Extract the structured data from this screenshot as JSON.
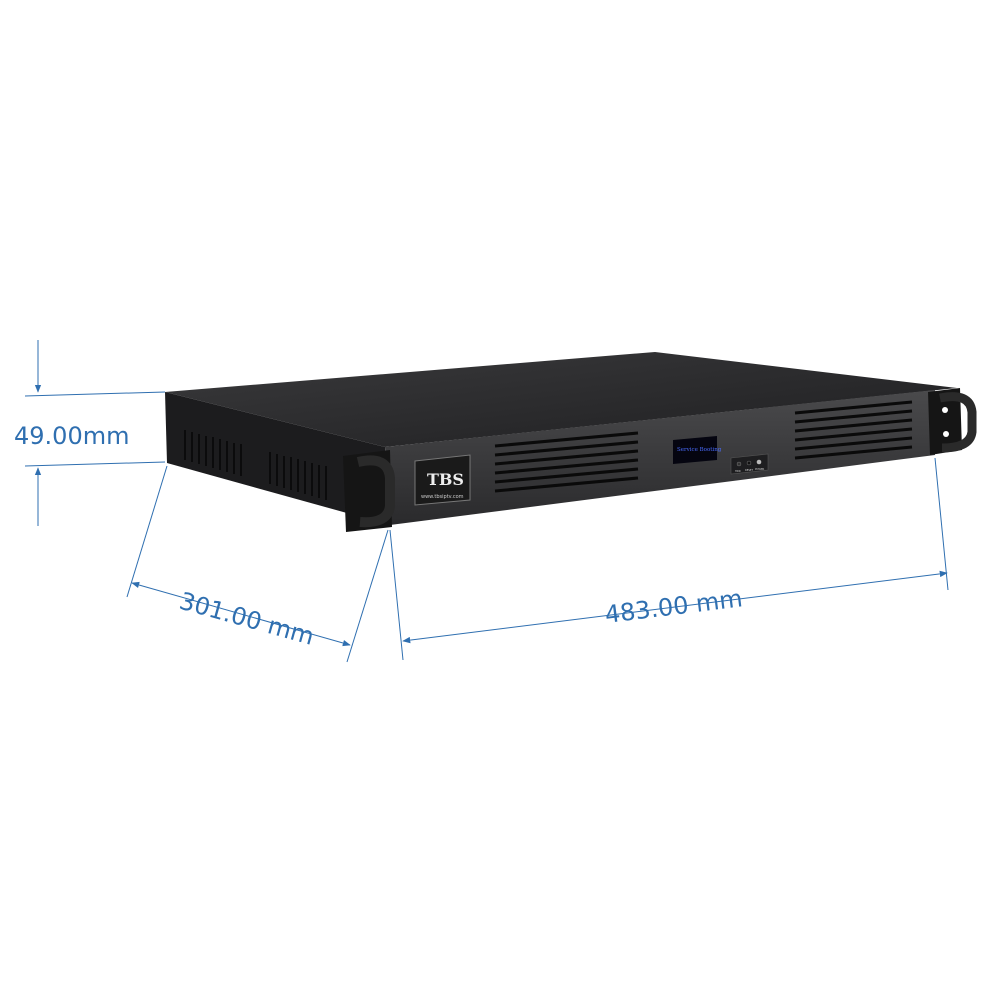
{
  "dimensions": {
    "height": "49.00mm",
    "depth": "301.00 mm",
    "width": "483.00 mm"
  },
  "device": {
    "brand_url": "www.tbsiptv.com",
    "display_text": "Service Booting",
    "buttons": [
      "HDD",
      "RESET",
      "POWER"
    ]
  },
  "colors": {
    "dimension_line": "#2f6fb0",
    "chassis": "#2b2b2d",
    "display_text": "#4a6cff"
  }
}
